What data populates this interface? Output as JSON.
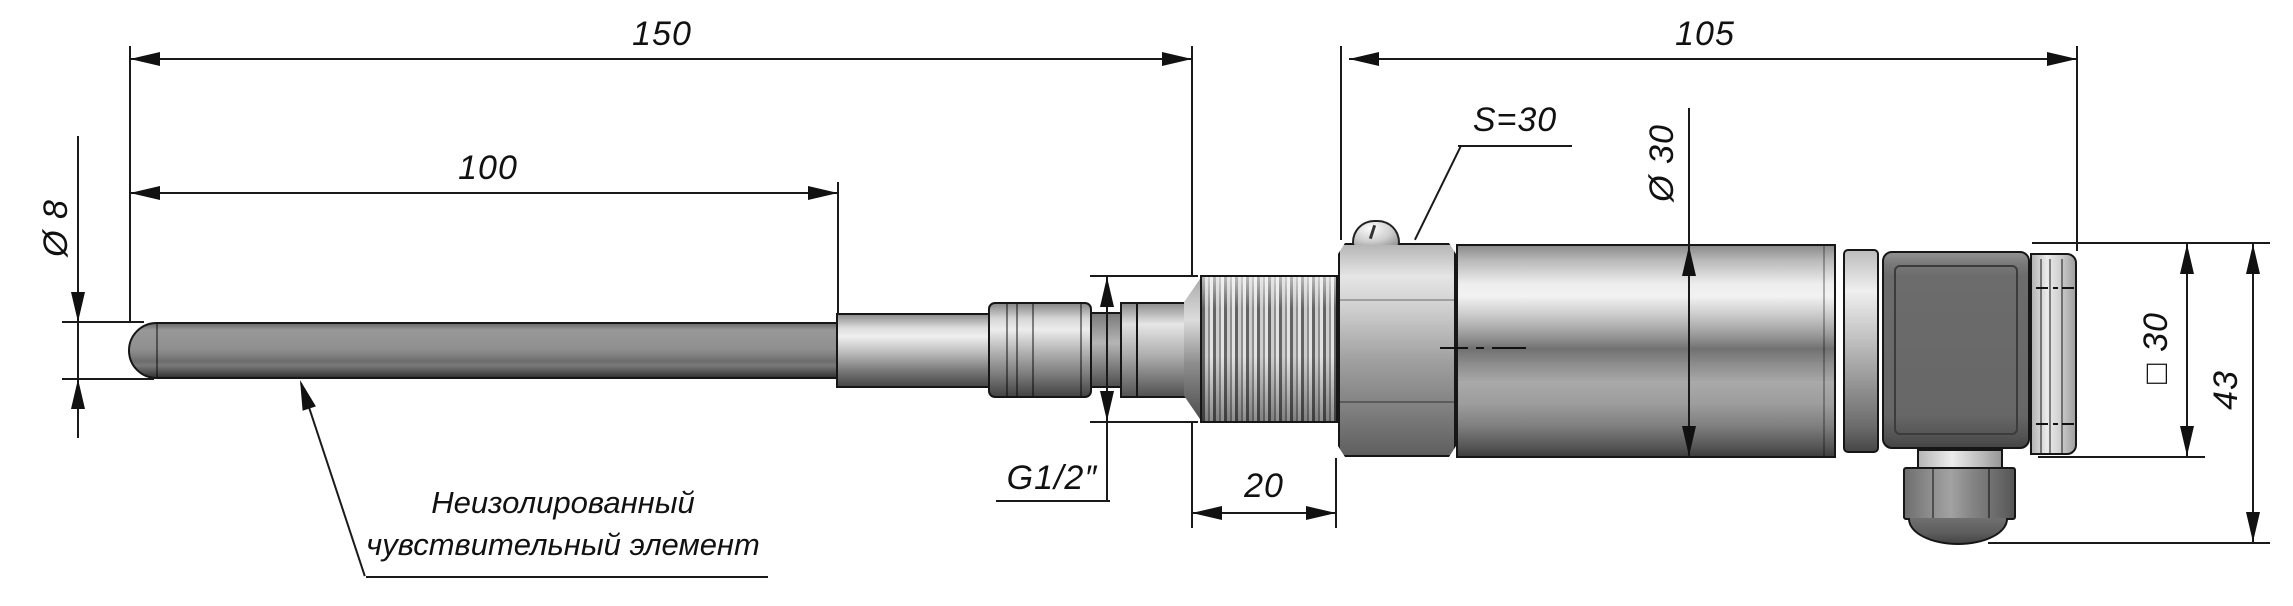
{
  "drawing": {
    "title": "temperature-sensor-outline-drawing",
    "dimensions": {
      "total_length": "150",
      "element_length": "100",
      "head_length": "105",
      "probe_diameter": "Ø 8",
      "thread": "G1/2″",
      "thread_length": "20",
      "wrench_size": "S=30",
      "body_diameter": "Ø 30",
      "connector_square": "□ 30",
      "connector_height": "43"
    },
    "callout": {
      "line1": "Неизолированный",
      "line2": "чувствительный элемент"
    },
    "colors": {
      "line": "#1a1a1a",
      "background": "#ffffff",
      "metal_light": "#ededed",
      "metal_dark": "#4e4e4e",
      "connector_gray": "#6a6a6a"
    }
  }
}
